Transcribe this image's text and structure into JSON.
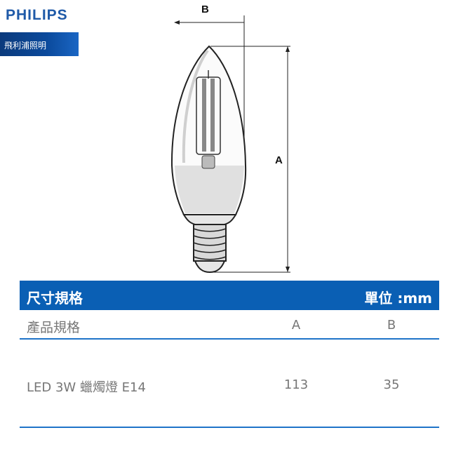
{
  "brand": {
    "name": "PHILIPS",
    "subtitle": "飛利浦照明",
    "color": "#1f5aa8"
  },
  "diagram": {
    "label_a": "A",
    "label_b": "B"
  },
  "table": {
    "header_title": "尺寸規格",
    "header_unit": "單位 :mm",
    "header_color": "#0a5fb4",
    "columns": [
      "產品規格",
      "A",
      "B"
    ],
    "rows": [
      {
        "name": "LED 3W 蠟燭燈 E14",
        "a": "113",
        "b": "35"
      }
    ]
  }
}
